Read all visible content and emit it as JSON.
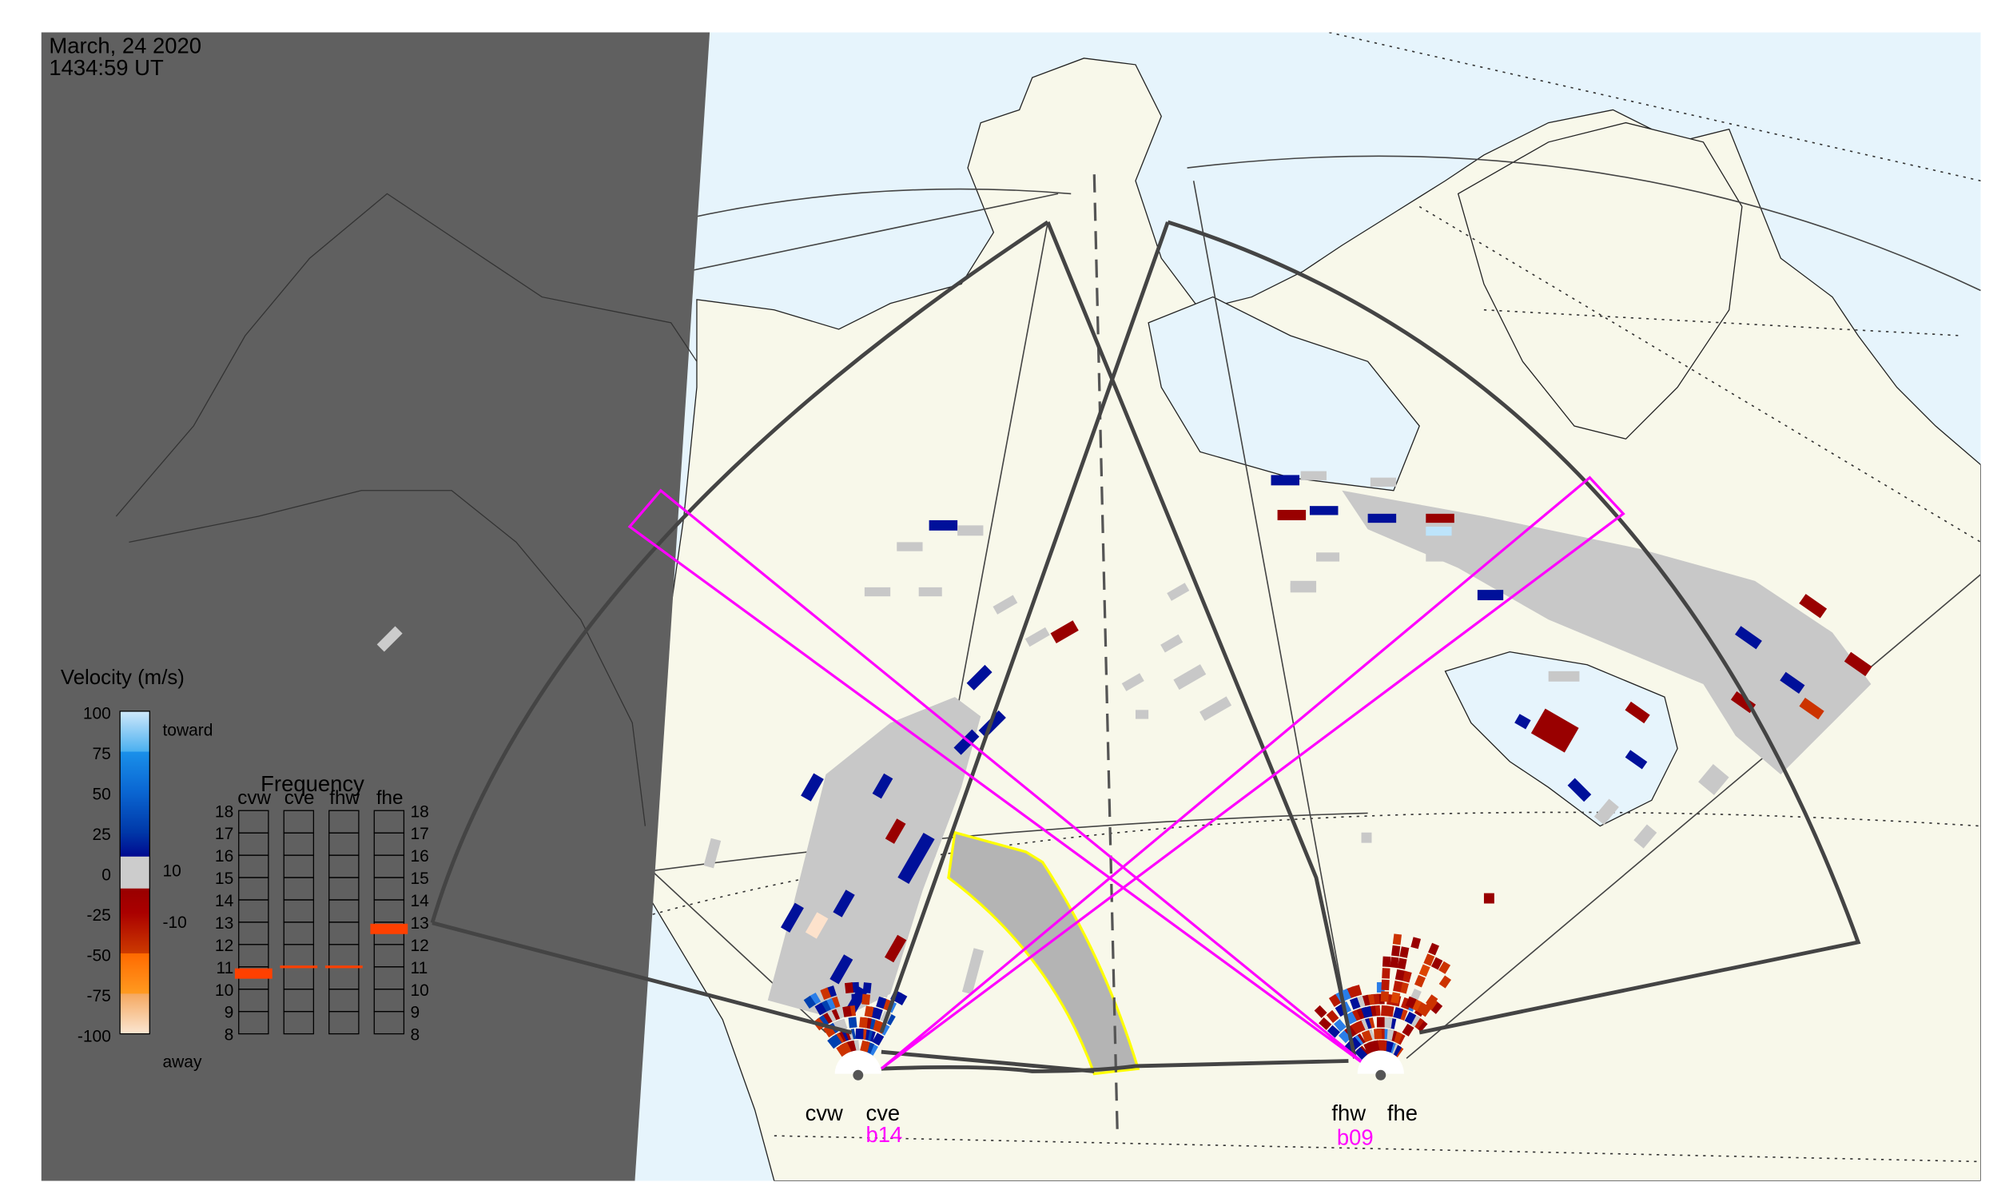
{
  "header": {
    "date": "March, 24 2020",
    "time": "1434:59 UT"
  },
  "velocity_legend": {
    "title": "Velocity (m/s)",
    "ticks": [
      "100",
      "75",
      "50",
      "25",
      "0",
      "-25",
      "-50",
      "-75",
      "-100"
    ],
    "inner_labels": [
      "10",
      "-10"
    ],
    "toward_label": "toward",
    "away_label": "away",
    "colors": {
      "toward_light": "#cfe8fa",
      "toward_dark": "#000a90",
      "ground_scatter": "#c8c8c8",
      "away_dark": "#990000",
      "away_light": "#fbe0c8"
    }
  },
  "frequency_panel": {
    "title": "Frequency",
    "radars": [
      "cvw",
      "cve",
      "fhw",
      "fhe"
    ],
    "ticks": [
      "18",
      "17",
      "16",
      "15",
      "14",
      "13",
      "12",
      "11",
      "10",
      "9",
      "8"
    ],
    "frequency_mhz": {
      "cvw": 10.7,
      "cve": 11.0,
      "fhw": 11.0,
      "fhe": 12.7
    },
    "marker_color": "#ff4000"
  },
  "radar_sites": {
    "christmas_valley": {
      "west": "cvw",
      "east": "cve",
      "beam": "b14"
    },
    "fort_hays": {
      "west": "fhw",
      "east": "fhe",
      "beam": "b09"
    }
  },
  "colors": {
    "highlight_beam": "#ff00ff",
    "selected_range": "#ffff00",
    "night": "#606060",
    "ocean": "#e6f4fc",
    "land": "#f8f8ea"
  }
}
